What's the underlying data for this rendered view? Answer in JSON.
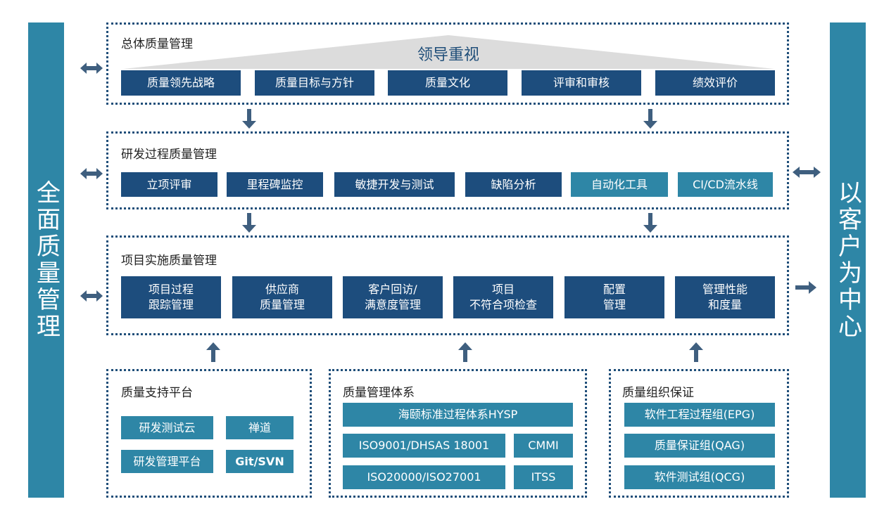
{
  "left_bar": {
    "label": "全面质量管理"
  },
  "right_bar": {
    "label": "以客户为中心"
  },
  "overall": {
    "title": "总体质量管理",
    "banner": "领导重视",
    "items": [
      "质量领先战略",
      "质量目标与方针",
      "质量文化",
      "评审和审核",
      "绩效评价"
    ]
  },
  "rd": {
    "title": "研发过程质量管理",
    "items": [
      "立项评审",
      "里程碑监控",
      "敏捷开发与测试",
      "缺陷分析",
      "自动化工具",
      "CI/CD流水线"
    ]
  },
  "project": {
    "title": "项目实施质量管理",
    "items": [
      "项目过程\n跟踪管理",
      "供应商\n质量管理",
      "客户回访/\n满意度管理",
      "项目\n不符合项检查",
      "配置\n管理",
      "管理性能\n和度量"
    ]
  },
  "support": {
    "title": "质量支持平台",
    "items": [
      "研发测试云",
      "禅道",
      "研发管理平台",
      "Git/SVN"
    ]
  },
  "system": {
    "title": "质量管理体系",
    "items": [
      "海颐标准过程体系HYSP",
      "ISO9001/DHSAS 18001",
      "CMMI",
      "ISO20000/ISO27001",
      "ITSS"
    ]
  },
  "org": {
    "title": "质量组织保证",
    "items": [
      "软件工程过程组(EPG)",
      "质量保证组(QAG)",
      "软件测试组(QCG)"
    ]
  },
  "colors": {
    "dark_blue": "#1d4d7d",
    "teal": "#2e86a6",
    "arrow": "#3f5f7f"
  }
}
